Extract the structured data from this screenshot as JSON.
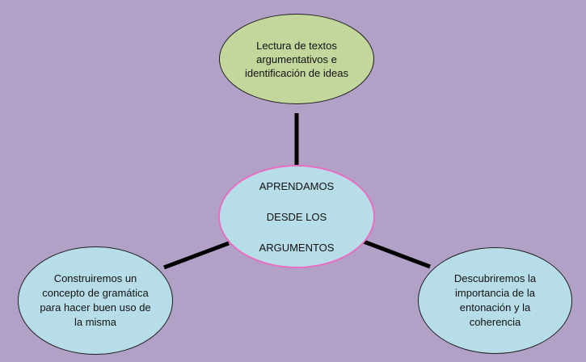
{
  "diagram": {
    "background_color": "#b2a1c7",
    "center": {
      "lines": [
        "APRENDAMOS",
        "DESDE LOS",
        "ARGUMENTOS"
      ],
      "fill": "#b7dee8",
      "border": "#e86ec4"
    },
    "top": {
      "lines": [
        "Lectura de textos",
        "argumentativos e",
        "identificación de ideas"
      ],
      "fill": "#c3d69b"
    },
    "left": {
      "lines": [
        "Construiremos un",
        "concepto de gramática",
        "para hacer buen uso de",
        "la misma"
      ],
      "fill": "#b7dee8"
    },
    "right": {
      "lines": [
        "Descubriremos la",
        "importancia de la",
        "entonación y la",
        "coherencia"
      ],
      "fill": "#b7dee8"
    },
    "connector_color": "#000000"
  }
}
